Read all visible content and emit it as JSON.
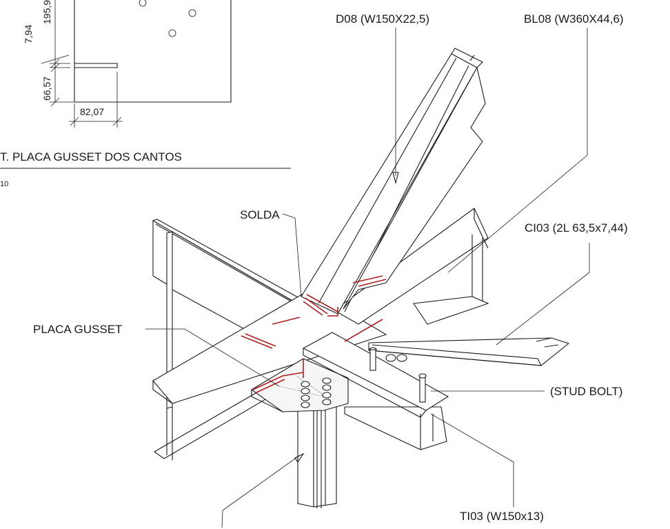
{
  "detail_inset": {
    "title": "T. PLACA GUSSET DOS CANTOS",
    "scale_fragment": "10",
    "dimensions": {
      "dim_top": "195,9",
      "dim_gap": "7,94",
      "dim_lower": "66,57",
      "dim_width": "82,07"
    }
  },
  "callouts": {
    "diagonal": "D08 (W150X22,5)",
    "beam": "BL08 (W360X44,6)",
    "weld": "SOLDA",
    "angle_brace": "CI03 (2L 63,5x7,44)",
    "gusset": "PLACA GUSSET",
    "stud_bolt": "(STUD BOLT)",
    "tie": "TI03 (W150x13)"
  }
}
